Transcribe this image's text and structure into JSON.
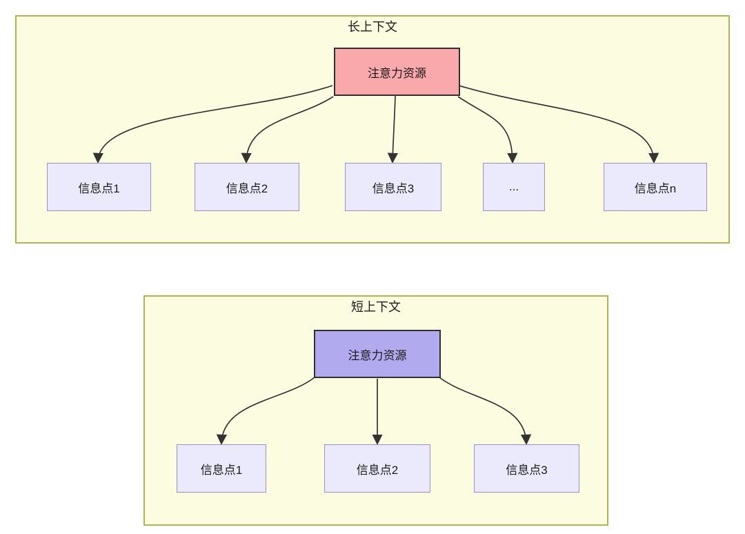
{
  "colors": {
    "page_bg": "#ffffff",
    "container_fill": "#fcfce1",
    "container_border": "#b2b254",
    "long_root_fill": "#f9a8ab",
    "short_root_fill": "#b1aaee",
    "root_border": "#2f2f2f",
    "info_fill": "#eaeafc",
    "info_border": "#9c8bd9",
    "arrow": "#333333",
    "text": "#1a1a1a"
  },
  "diagrams": {
    "long": {
      "title": "长上下文",
      "root_label": "注意力资源",
      "children": [
        {
          "label": "信息点1"
        },
        {
          "label": "信息点2"
        },
        {
          "label": "信息点3"
        },
        {
          "label": "..."
        },
        {
          "label": "信息点n"
        }
      ]
    },
    "short": {
      "title": "短上下文",
      "root_label": "注意力资源",
      "children": [
        {
          "label": "信息点1"
        },
        {
          "label": "信息点2"
        },
        {
          "label": "信息点3"
        }
      ]
    }
  }
}
